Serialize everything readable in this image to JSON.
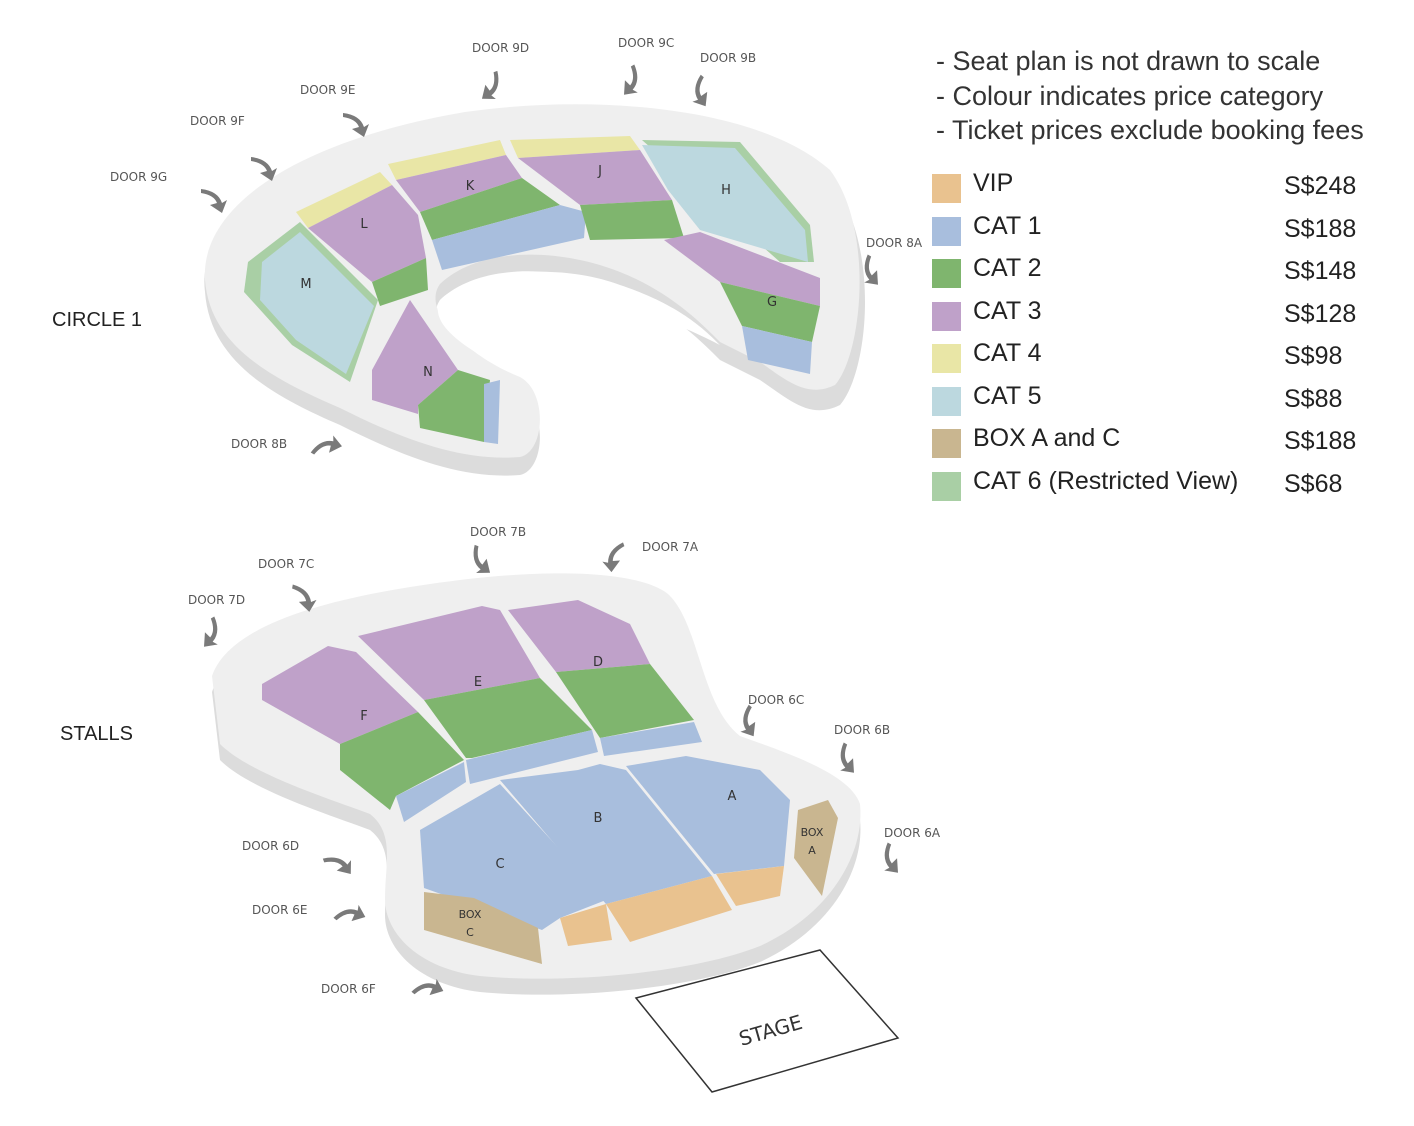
{
  "notes": [
    "- Seat plan is not drawn to scale",
    "- Colour indicates price category",
    "- Ticket prices exclude booking fees"
  ],
  "legend": [
    {
      "label": "VIP",
      "price": "S$248",
      "color": "#e9c28f"
    },
    {
      "label": "CAT 1",
      "price": "S$188",
      "color": "#a8bedd"
    },
    {
      "label": "CAT 2",
      "price": "S$148",
      "color": "#7fb56e"
    },
    {
      "label": "CAT 3",
      "price": "S$128",
      "color": "#bfa1c9"
    },
    {
      "label": "CAT 4",
      "price": "S$98",
      "color": "#e9e6a6"
    },
    {
      "label": "CAT 5",
      "price": "S$88",
      "color": "#bcd8df"
    },
    {
      "label": "BOX A and C",
      "price": "S$188",
      "color": "#c9b690"
    },
    {
      "label": "CAT 6 (Restricted View)",
      "price": "S$68",
      "color": "#a9cfa5"
    }
  ],
  "areas": {
    "circle": "CIRCLE 1",
    "stalls": "STALLS",
    "stage": "STAGE"
  },
  "circle_sections": {
    "K": "K",
    "J": "J",
    "H": "H",
    "L": "L",
    "M": "M",
    "G": "G",
    "N": "N"
  },
  "stalls_sections": {
    "F": "F",
    "E": "E",
    "D": "D",
    "A": "A",
    "B": "B",
    "C": "C",
    "box_a_1": "BOX",
    "box_a_2": "A",
    "box_c_1": "BOX",
    "box_c_2": "C"
  },
  "doors": {
    "d9d": "DOOR 9D",
    "d9c": "DOOR 9C",
    "d9b": "DOOR 9B",
    "d9e": "DOOR 9E",
    "d9f": "DOOR 9F",
    "d9g": "DOOR 9G",
    "d8a": "DOOR 8A",
    "d8b": "DOOR 8B",
    "d7b": "DOOR 7B",
    "d7a": "DOOR 7A",
    "d7c": "DOOR 7C",
    "d7d": "DOOR 7D",
    "d6c": "DOOR 6C",
    "d6b": "DOOR 6B",
    "d6a": "DOOR 6A",
    "d6d": "DOOR 6D",
    "d6e": "DOOR 6E",
    "d6f": "DOOR 6F"
  }
}
